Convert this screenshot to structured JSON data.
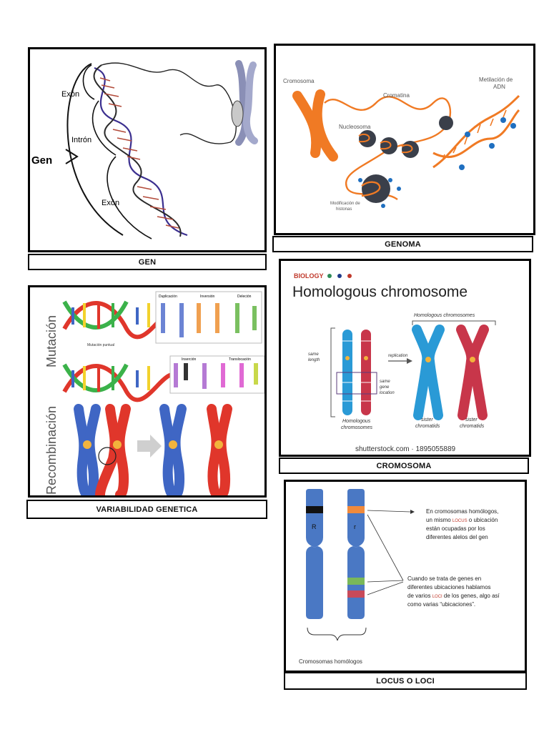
{
  "panels": {
    "gen": {
      "caption": "GEN",
      "labels": {
        "gen": "Gen",
        "exon1": "Exón",
        "intron": "Intrón",
        "exon2": "Exón"
      }
    },
    "genoma": {
      "caption": "GENOMA",
      "labels": {
        "cromosoma": "Cromosoma",
        "cromatina": "Cromatina",
        "nucleosoma": "Nucleosoma",
        "metilacion_1": "Metilación de",
        "metilacion_2": "ADN",
        "modificacion_1": "Modificación de",
        "modificacion_2": "histonas"
      },
      "colors": {
        "orange": "#f07a24",
        "nucleosome": "#3a3f4a",
        "methyl": "#1f6fc0"
      }
    },
    "variabilidad": {
      "caption": "VARIABILIDAD GENETICA",
      "labels": {
        "mutacion": "Mutación",
        "recombinacion": "Recombinación",
        "mutacion_puntual": "Mutación puntual",
        "duplicacion": "Duplicación",
        "inversion": "Inversión",
        "delecion": "Deleción",
        "insercion": "Inserción",
        "translocacion": "Translocación"
      },
      "colors": {
        "blue": "#3f66c4",
        "red": "#e0362b"
      }
    },
    "cromosoma": {
      "caption": "CROMOSOMA",
      "labels": {
        "biology": "BIOLOGY",
        "title": "Homologous chromosome",
        "homologous_top": "Homologous chromosomes",
        "same_length_1": "same",
        "same_length_2": "length",
        "replication": "replication",
        "same_gene_1": "same",
        "same_gene_2": "gene",
        "same_gene_3": "location",
        "homologous_bottom_1": "Homologous",
        "homologous_bottom_2": "chromosomes",
        "sister_1a": "sister",
        "sister_1b": "chromatids",
        "sister_2a": "sister",
        "sister_2b": "chromatids",
        "watermark": "shutterstock.com · 1895055889"
      },
      "colors": {
        "blue": "#2a9ad6",
        "red": "#c8364a",
        "biology": "#c0392b"
      }
    },
    "locus": {
      "caption": "LOCUS O LOCI",
      "labels": {
        "R": "R",
        "r": "r",
        "note1_a": "En cromosomas homólogos,",
        "note1_b_pre": "un mismo ",
        "note1_b_locus": "LOCUS",
        "note1_b_post": " o ubicación",
        "note1_c": "están ocupadas por los",
        "note1_d": "diferentes  alelos del gen",
        "note2_a": "Cuando se trata de genes en",
        "note2_b": "diferentes ubicaciones hablamos",
        "note2_c_pre": "de varios ",
        "note2_c_loci": "LOCI",
        "note2_c_post": " de los genes, algo así",
        "note2_d": "como varias “ubicaciones”.",
        "bottom": "Cromosomas homólogos"
      },
      "colors": {
        "chrom": "#4a78c4",
        "orange": "#f08a3c",
        "green": "#7ab85a",
        "red": "#c84a5a"
      }
    }
  }
}
